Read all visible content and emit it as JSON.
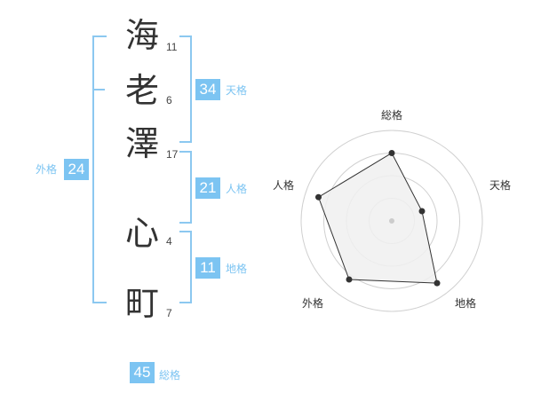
{
  "surname": [
    {
      "char": "海",
      "strokes": "11"
    },
    {
      "char": "老",
      "strokes": "6"
    },
    {
      "char": "澤",
      "strokes": "17"
    }
  ],
  "given": [
    {
      "char": "心",
      "strokes": "4"
    },
    {
      "char": "町",
      "strokes": "7"
    }
  ],
  "kaku": {
    "tenkaku": {
      "value": "34",
      "label": "天格"
    },
    "jinkaku": {
      "value": "21",
      "label": "人格"
    },
    "chikaku": {
      "value": "11",
      "label": "地格"
    },
    "gaikaku": {
      "value": "24",
      "label": "外格"
    },
    "soukaku": {
      "value": "45",
      "label": "総格"
    }
  },
  "radar": {
    "labels": [
      "総格",
      "天格",
      "地格",
      "外格",
      "人格"
    ],
    "values": [
      0.75,
      0.35,
      0.85,
      0.8,
      0.85
    ],
    "rings": 4,
    "colors": {
      "ring": "#d0d0d0",
      "fill": "#f0f0f0",
      "line": "#333333",
      "dot": "#333333",
      "center": "#cccccc"
    }
  }
}
